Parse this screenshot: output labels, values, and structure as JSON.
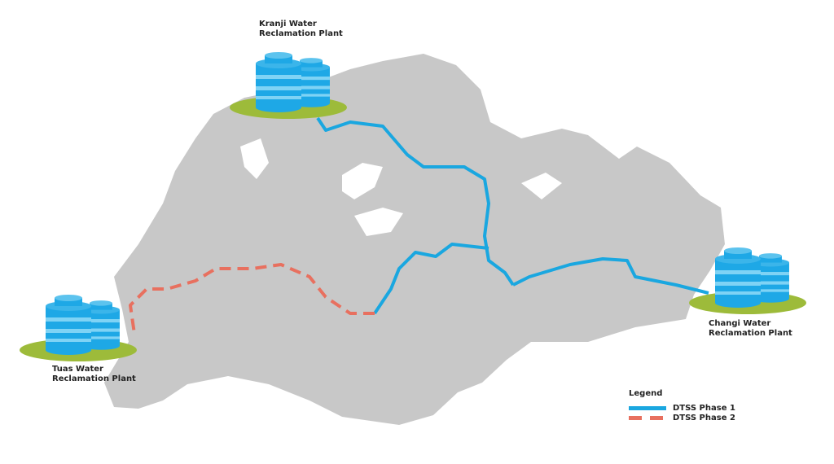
{
  "colors": {
    "land": "#c8c8c8",
    "phase1": "#1aa7e0",
    "phase2": "#e8705f",
    "base": "#9dbb3a",
    "tank": "#1ea8e6",
    "tank_band": "#7fd3f5"
  },
  "plants": [
    {
      "name_line1": "Kranji Water",
      "name_line2": "Reclamation Plant"
    },
    {
      "name_line1": "Tuas Water",
      "name_line2": "Reclamation Plant"
    },
    {
      "name_line1": "Changi Water",
      "name_line2": "Reclamation Plant"
    }
  ],
  "legend": {
    "title": "Legend",
    "items": [
      {
        "label": "DTSS Phase 1",
        "style": "solid",
        "color": "#1aa7e0"
      },
      {
        "label": "DTSS Phase 2",
        "style": "dashed",
        "color": "#e8705f"
      }
    ]
  }
}
